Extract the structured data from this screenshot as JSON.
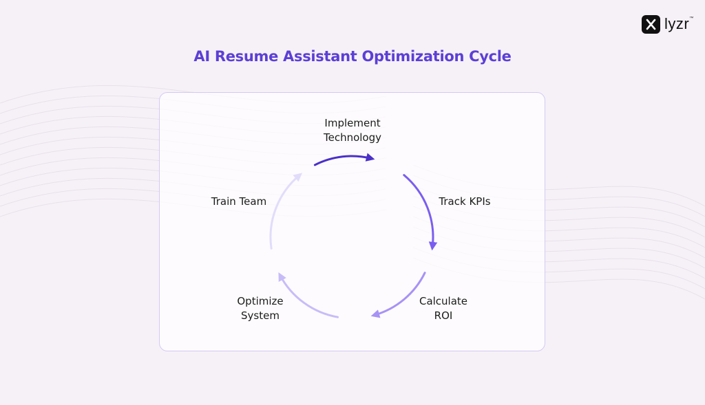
{
  "brand": {
    "name": "lyzr",
    "trademark": "™"
  },
  "title": "AI Resume Assistant Optimization Cycle",
  "diagram": {
    "type": "cycle",
    "steps": [
      {
        "line1": "Implement",
        "line2": "Technology",
        "arrow_color": "#4b30c9"
      },
      {
        "line1": "Track KPIs",
        "line2": "",
        "arrow_color": "#7a5ef0"
      },
      {
        "line1": "Calculate",
        "line2": "ROI",
        "arrow_color": "#a792f5"
      },
      {
        "line1": "Optimize",
        "line2": "System",
        "arrow_color": "#c8bcf8"
      },
      {
        "line1": "Train Team",
        "line2": "",
        "arrow_color": "#e2dcfb"
      }
    ],
    "colors": {
      "title": "#5b3fd6",
      "panel_border": "#d4c9f4",
      "background": "#f6f1f7"
    }
  }
}
